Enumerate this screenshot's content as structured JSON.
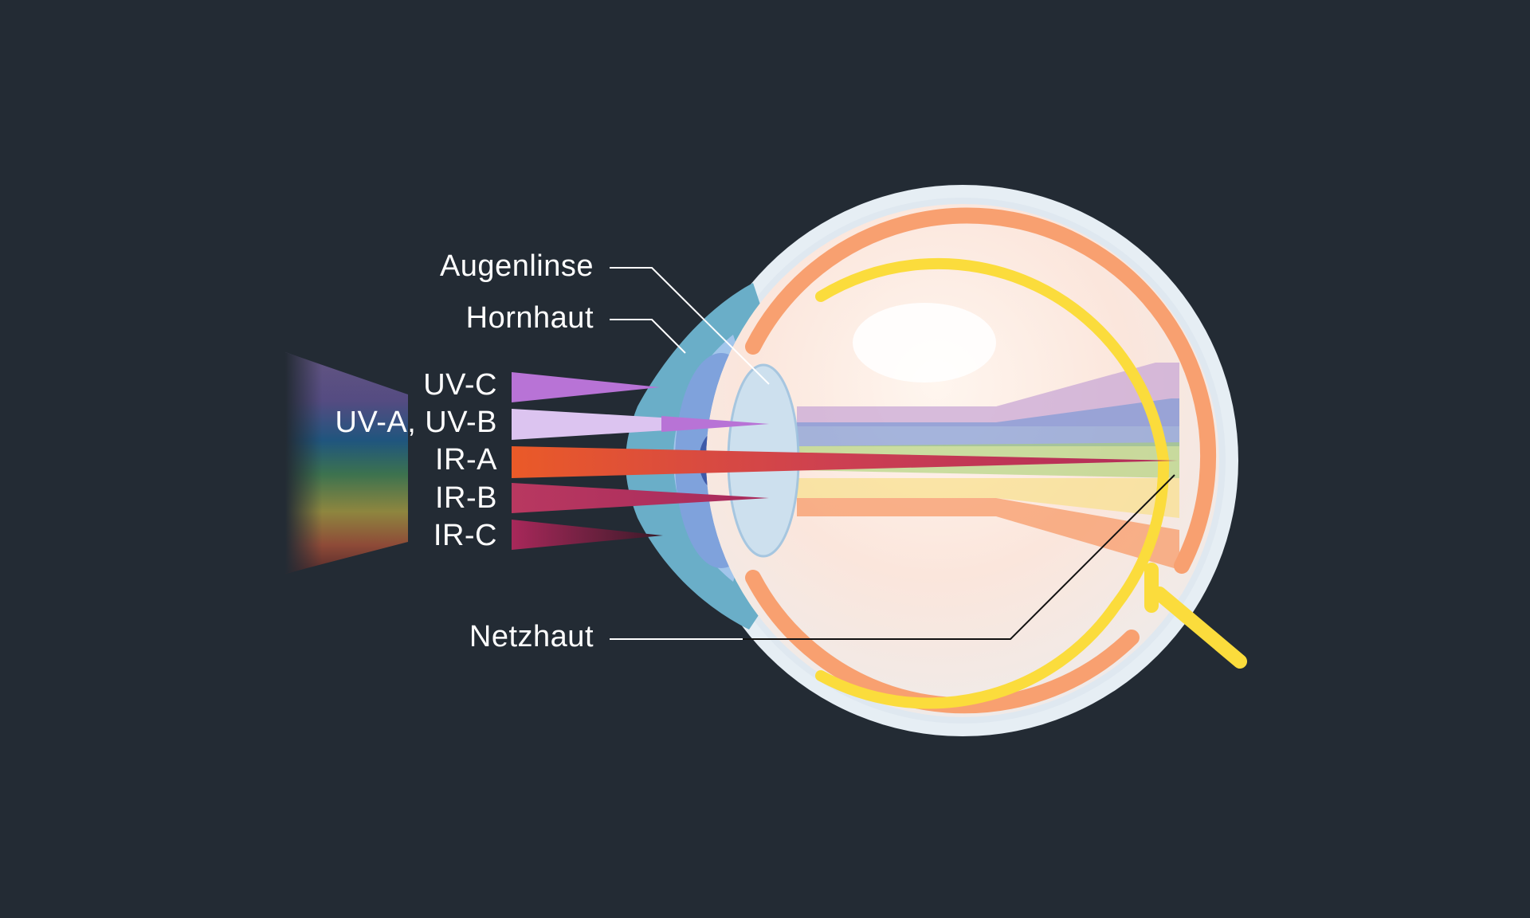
{
  "labels": {
    "lens": "Augenlinse",
    "cornea": "Hornhaut",
    "retina": "Netzhaut"
  },
  "rays": {
    "uvc": "UV-C",
    "uva_uvb": "UV-A, UV-B",
    "ira": "IR-A",
    "irb": "IR-B",
    "irc": "IR-C"
  },
  "colors": {
    "background": "#232b34",
    "uvc": "#b873d6",
    "uva_uvb": "#dcc4f0",
    "ira": "#e85a2c",
    "irb": "#b8325e",
    "irc": "#a0264e",
    "retina": "#fbdc3c",
    "choroid": "#f8a070",
    "sclera": "#e6eef4",
    "cornea": "#6aaec8"
  }
}
